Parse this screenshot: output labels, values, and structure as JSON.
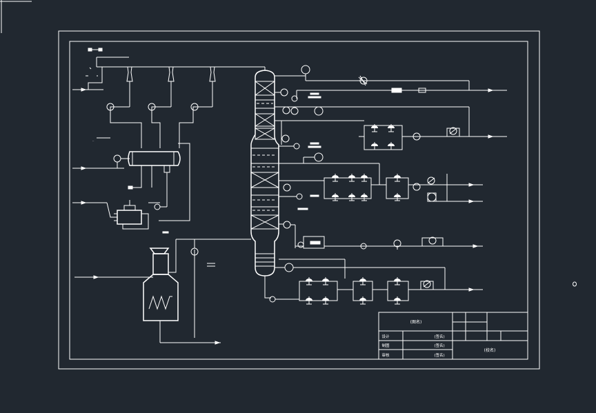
{
  "colors": {
    "background": "#212830",
    "line": "#ffffff"
  },
  "title_block": {
    "drawing_name": "(图名)",
    "rows": [
      {
        "role": "设计",
        "value": "(签名)"
      },
      {
        "role": "制图",
        "value": "(签名)"
      },
      {
        "role": "审核",
        "value": "(签名)"
      }
    ],
    "school": "(校名)"
  },
  "icons": {
    "tower": "distillation-column-icon",
    "furnace": "heating-furnace-icon",
    "pump": "pump-icon",
    "drum": "reflux-drum-icon",
    "stripper": "stripper-icon",
    "cooler": "air-cooler-icon",
    "ejector": "steam-ejector-icon"
  }
}
